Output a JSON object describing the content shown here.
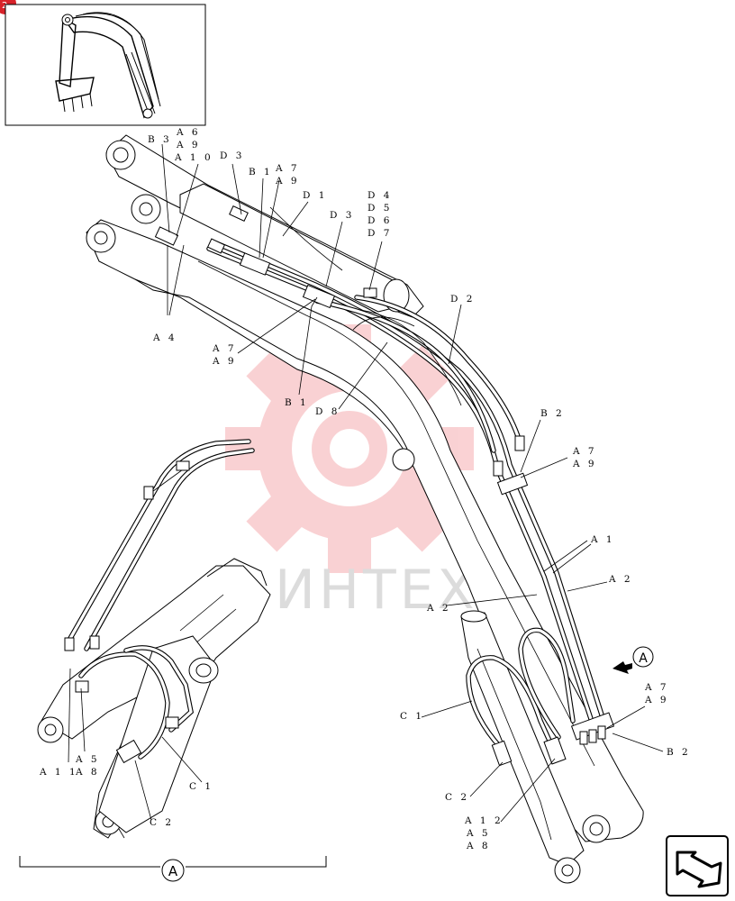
{
  "section": {
    "letter": "A"
  },
  "watermark": {
    "text": "ИНТЕХ",
    "color": "#e8343a"
  },
  "badge": {
    "color": "#d8232a"
  },
  "callouts": {
    "b3": "B 3",
    "a6_a9_a10": [
      "A 6",
      "A 9",
      "A 1 0"
    ],
    "d3_top": "D 3",
    "b1_top": "B 1",
    "a7_a9_top": [
      "A 7",
      "A 9"
    ],
    "d1": "D 1",
    "d3_mid": "D 3",
    "d4_d7": [
      "D 4",
      "D 5",
      "D 6",
      "D 7"
    ],
    "d2": "D 2",
    "a4": "A 4",
    "a7_a9_left": [
      "A 7",
      "A 9"
    ],
    "b1_bottom": "B 1",
    "d8": "D 8",
    "b2_top": "B 2",
    "a7_a9_right": [
      "A 7",
      "A 9"
    ],
    "a1": "A 1",
    "a2_right": "A 2",
    "a2_left": "A 2",
    "a7_a9_lower": [
      "A 7",
      "A 9"
    ],
    "b2_lower": "B 2",
    "c1_right": "C 1",
    "c2_right": "C 2",
    "a12_a5_a8": [
      "A 1 2",
      "A 5",
      "A 8"
    ],
    "a11_a8": [
      "A 1 1",
      "A 8"
    ],
    "a5": "A 5",
    "c1_left": "C 1",
    "c2_left": "C 2"
  }
}
